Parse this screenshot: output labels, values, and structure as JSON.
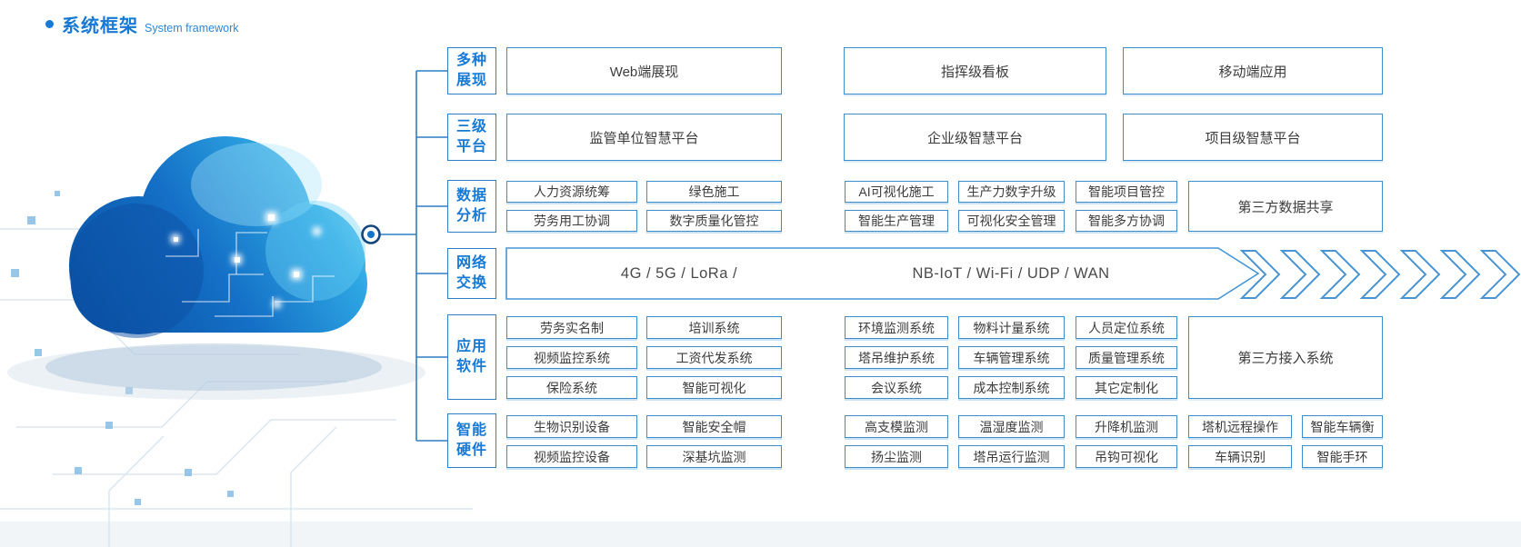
{
  "title": {
    "zh": "系统框架",
    "en": "System framework"
  },
  "accent_color": "#1779d3",
  "border_color": "#3e8dcb",
  "categories": [
    {
      "line1": "多种",
      "line2": "展现",
      "boxes": [
        "Web端展现",
        "指挥级看板",
        "移动端应用"
      ]
    },
    {
      "line1": "三级",
      "line2": "平台",
      "boxes": [
        "监管单位智慧平台",
        "企业级智慧平台",
        "项目级智慧平台"
      ]
    },
    {
      "line1": "数据",
      "line2": "分析",
      "left": [
        [
          "人力资源统筹",
          "绿色施工"
        ],
        [
          "劳务用工协调",
          "数字质量化管控"
        ]
      ],
      "right": [
        [
          "AI可视化施工",
          "生产力数字升级",
          "智能项目管控"
        ],
        [
          "智能生产管理",
          "可视化安全管理",
          "智能多方协调"
        ]
      ],
      "tall": "第三方数据共享"
    },
    {
      "line1": "网络",
      "line2": "交换",
      "text_left": "4G / 5G / LoRa /",
      "text_right": "NB-IoT / Wi-Fi / UDP / WAN"
    },
    {
      "line1": "应用",
      "line2": "软件",
      "left": [
        [
          "劳务实名制",
          "培训系统"
        ],
        [
          "视频监控系统",
          "工资代发系统"
        ],
        [
          "保险系统",
          "智能可视化"
        ]
      ],
      "right": [
        [
          "环境监测系统",
          "物料计量系统",
          "人员定位系统"
        ],
        [
          "塔吊维护系统",
          "车辆管理系统",
          "质量管理系统"
        ],
        [
          "会议系统",
          "成本控制系统",
          "其它定制化"
        ]
      ],
      "tall": "第三方接入系统"
    },
    {
      "line1": "智能",
      "line2": "硬件",
      "left": [
        [
          "生物识别设备",
          "智能安全帽"
        ],
        [
          "视频监控设备",
          "深基坑监测"
        ]
      ],
      "right": [
        [
          "高支模监测",
          "温湿度监测",
          "升降机监测",
          "塔机远程操作",
          "智能车辆衡"
        ],
        [
          "扬尘监测",
          "塔吊运行监测",
          "吊钩可视化",
          "车辆识别",
          "智能手环"
        ]
      ]
    }
  ]
}
